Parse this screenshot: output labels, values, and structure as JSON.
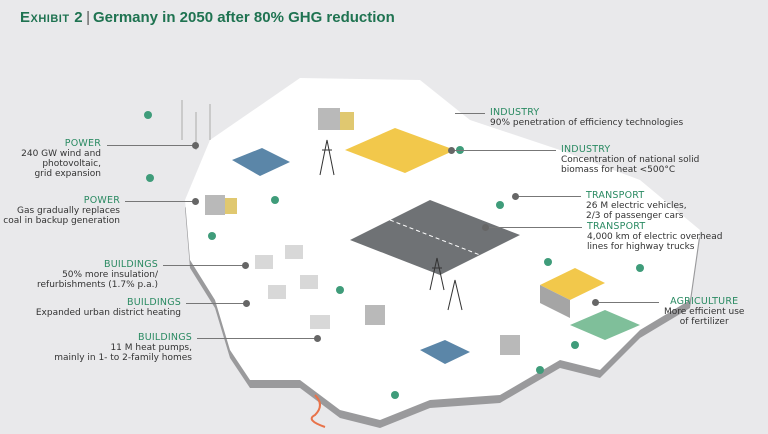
{
  "title": {
    "exhibit": "Exhibit 2",
    "separator": "|",
    "text": "Germany in 2050 after 80% GHG reduction"
  },
  "callouts": {
    "power_wind": {
      "category": "POWER",
      "line1": "240 GW wind and",
      "line2": "photovoltaic,",
      "line3": "grid expansion"
    },
    "power_gas": {
      "category": "POWER",
      "line1": "Gas gradually replaces",
      "line2": "coal in backup generation"
    },
    "buildings_insulation": {
      "category": "BUILDINGS",
      "line1": "50% more insulation/",
      "line2": "refurbishments (1.7% p.a.)"
    },
    "buildings_district": {
      "category": "BUILDINGS",
      "line1": "Expanded urban district heating"
    },
    "buildings_heatpumps": {
      "category": "BUILDINGS",
      "line1": "11 M heat pumps,",
      "line2": "mainly in 1- to 2-family homes"
    },
    "industry_efficiency": {
      "category": "INDUSTRY",
      "line1": "90% penetration of efficiency technologies"
    },
    "industry_biomass": {
      "category": "INDUSTRY",
      "line1": "Concentration of national solid",
      "line2": "biomass for heat <500°C"
    },
    "transport_ev": {
      "category": "TRANSPORT",
      "line1": "26 M electric vehicles,",
      "line2": "2/3 of passenger cars"
    },
    "transport_trucks": {
      "category": "TRANSPORT",
      "line1": "4,000 km of electric overhead",
      "line2": "lines for highway trucks"
    },
    "agriculture": {
      "category": "AGRICULTURE",
      "line1": "More efficient use",
      "line2": "of fertilizer"
    }
  },
  "colors": {
    "accent": "#2a8a62",
    "title": "#1f7351",
    "solar": "#5b86a8",
    "yellow": "#f2c84b",
    "tree": "#3f9c7a"
  }
}
